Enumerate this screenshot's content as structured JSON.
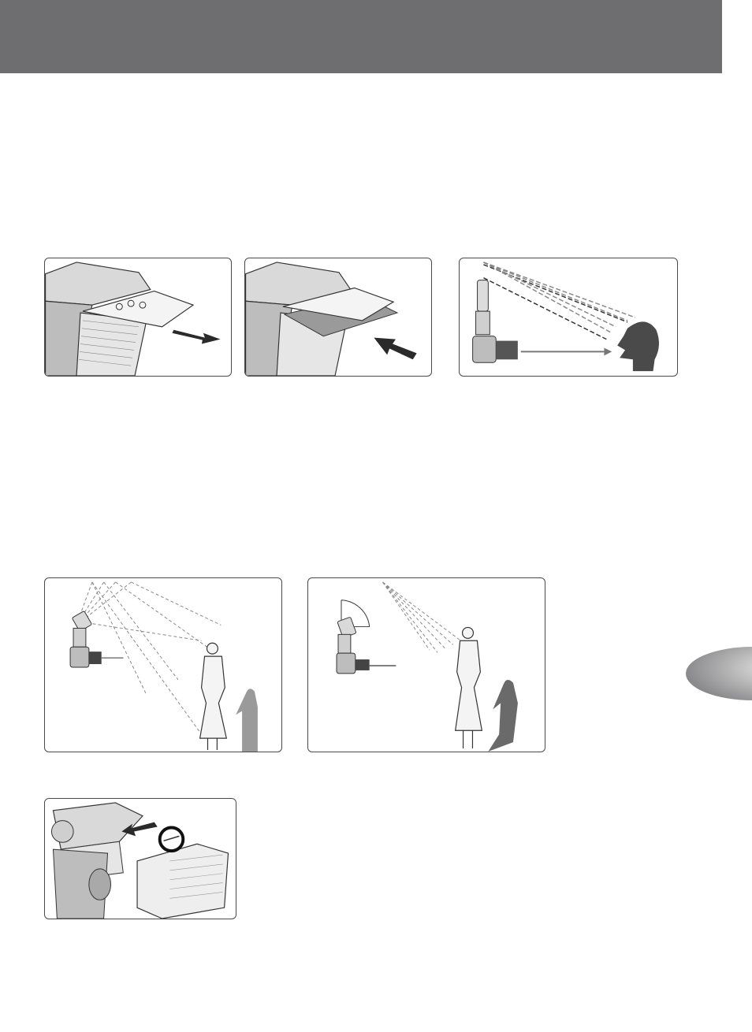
{
  "page": {
    "header_color": "#6e6e70",
    "tab_color": "#8a8a8c"
  },
  "figures": [
    {
      "name": "wide-panel-removal",
      "icon": "arrow-right-icon"
    },
    {
      "name": "wide-panel-insertion",
      "icon": "arrow-left-up-icon"
    },
    {
      "name": "bounce-flash-head-diagram",
      "icon": "head-silhouette-icon"
    },
    {
      "name": "wide-panel-scattered-light",
      "icon": "person-figure-icon"
    },
    {
      "name": "bounce-angle-light",
      "icon": "person-figure-icon"
    },
    {
      "name": "diffuser-attach",
      "icon": "arrow-left-icon"
    }
  ]
}
